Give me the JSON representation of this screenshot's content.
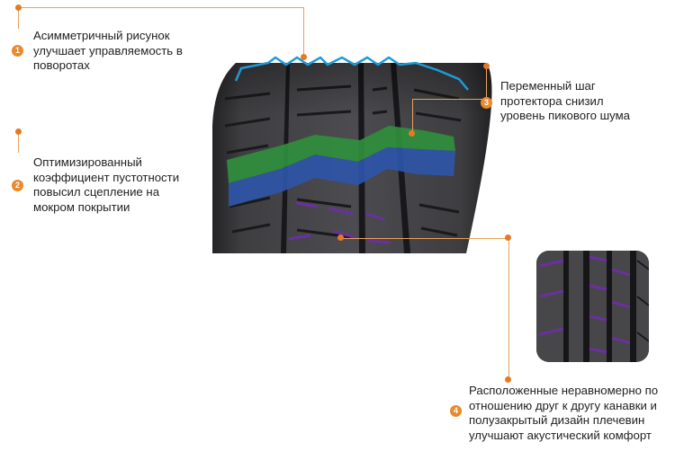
{
  "colors": {
    "accent": "#e98a2c",
    "leader": "#e9a25c",
    "tread_outline": "#1e9bd7",
    "green_band": "#2f8f3c",
    "blue_band": "#2f55a8",
    "groove_purple": "#6a2fa0",
    "rubber": "#3a3a3c"
  },
  "features": [
    {
      "number": "1",
      "text": "Асимметричный рисунок\nулучшает управляемость в\nповоротах"
    },
    {
      "number": "2",
      "text": "Оптимизированный\nкоэффициент пустотности\nповысил сцепление на\nмокром покрытии"
    },
    {
      "number": "3",
      "text": "Переменный шаг\nпротектора снизил\nуровень пикового шума"
    },
    {
      "number": "4",
      "text": "Расположенные неравномерно по\nотношению друг к другу канавки и\nполузакрытый дизайн плечевин\nулучшают акустический комфорт"
    }
  ]
}
